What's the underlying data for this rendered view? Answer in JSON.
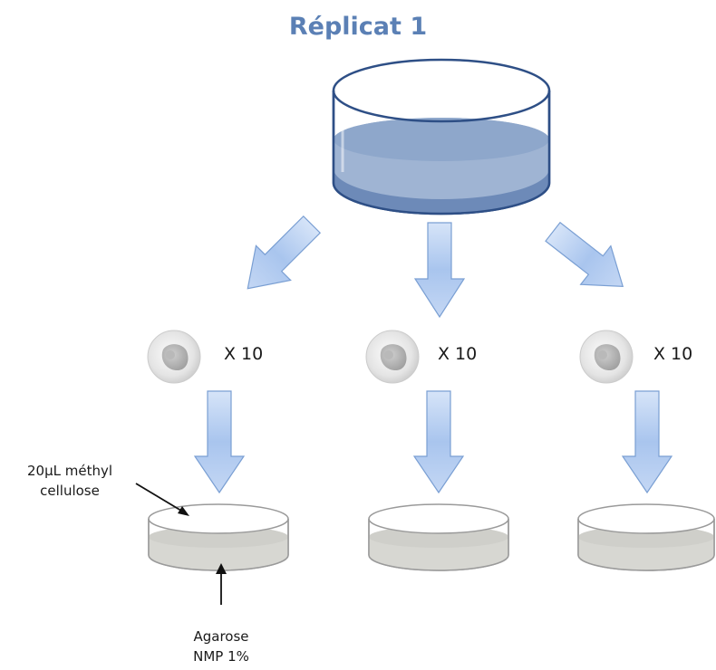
{
  "title": "Réplicat 1",
  "cell_count_label": "X 10",
  "annotations": {
    "methylcellulose_line1": "20µL méthyl",
    "methylcellulose_line2": "cellulose",
    "agarose_line1": "Agarose",
    "agarose_line2": "NMP 1%"
  },
  "colors": {
    "title": "#5b80b5",
    "arrow_fill": "#b4cdf0",
    "arrow_stroke": "#7a9fd3",
    "source_dish_stroke": "#2e4f86",
    "source_liquid": "#8ea7cb",
    "small_dish_liquid": "#d7d7d2"
  }
}
